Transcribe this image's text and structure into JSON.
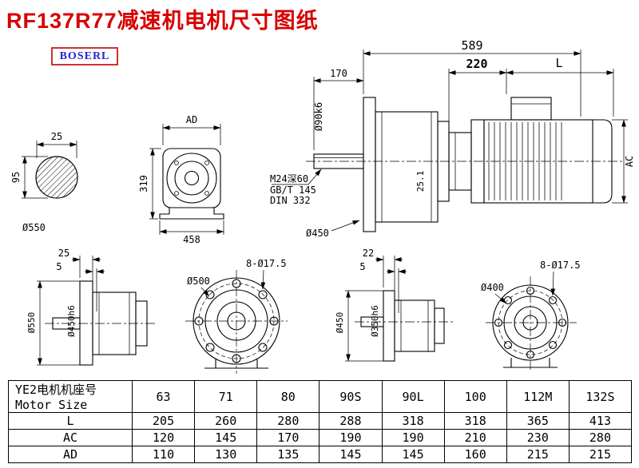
{
  "colors": {
    "title": "#d80000",
    "logo_text": "#2626c8",
    "logo_border": "#cc3333"
  },
  "header": {
    "title": "RF137R77减速机电机尺寸图纸",
    "logo": "BOSERL"
  },
  "views": {
    "shaft_section": {
      "width": "25",
      "height": "95",
      "diameter": "Ø550"
    },
    "gearbox_front": {
      "width_top": "AD",
      "height": "319",
      "base_width": "458"
    },
    "assembly": {
      "overall": "589",
      "shaft_length": "170",
      "shaft_diameter": "Ø90k6",
      "motor_dim": "220",
      "motor_length": "L",
      "motor_height": "AC",
      "tap_spec": "M24深60",
      "std_1": "GB/T 145",
      "std_2": "DIN 332",
      "flange_diameter": "Ø450",
      "key_dim": "25.1"
    },
    "flange_side_large": {
      "dim_a": "25",
      "dim_b": "5",
      "outer": "Ø550",
      "spigot": "Ø450h6"
    },
    "flange_front_large": {
      "bolt_circle": "Ø500",
      "holes": "8-Ø17.5"
    },
    "flange_side_small": {
      "dim_a": "22",
      "dim_b": "5",
      "outer": "Ø450",
      "spigot": "Ø350h6"
    },
    "flange_front_small": {
      "bolt_circle": "Ø400",
      "holes": "8-Ø17.5"
    }
  },
  "table": {
    "row_header_line1": "YE2电机机座号",
    "row_header_line2": "Motor Size",
    "columns": [
      "63",
      "71",
      "80",
      "90S",
      "90L",
      "100",
      "112M",
      "132S"
    ],
    "rows": [
      {
        "label": "L",
        "values": [
          "205",
          "260",
          "280",
          "288",
          "318",
          "318",
          "365",
          "413"
        ]
      },
      {
        "label": "AC",
        "values": [
          "120",
          "145",
          "170",
          "190",
          "190",
          "210",
          "230",
          "280"
        ]
      },
      {
        "label": "AD",
        "values": [
          "110",
          "130",
          "135",
          "145",
          "145",
          "160",
          "215",
          "215"
        ]
      }
    ]
  }
}
